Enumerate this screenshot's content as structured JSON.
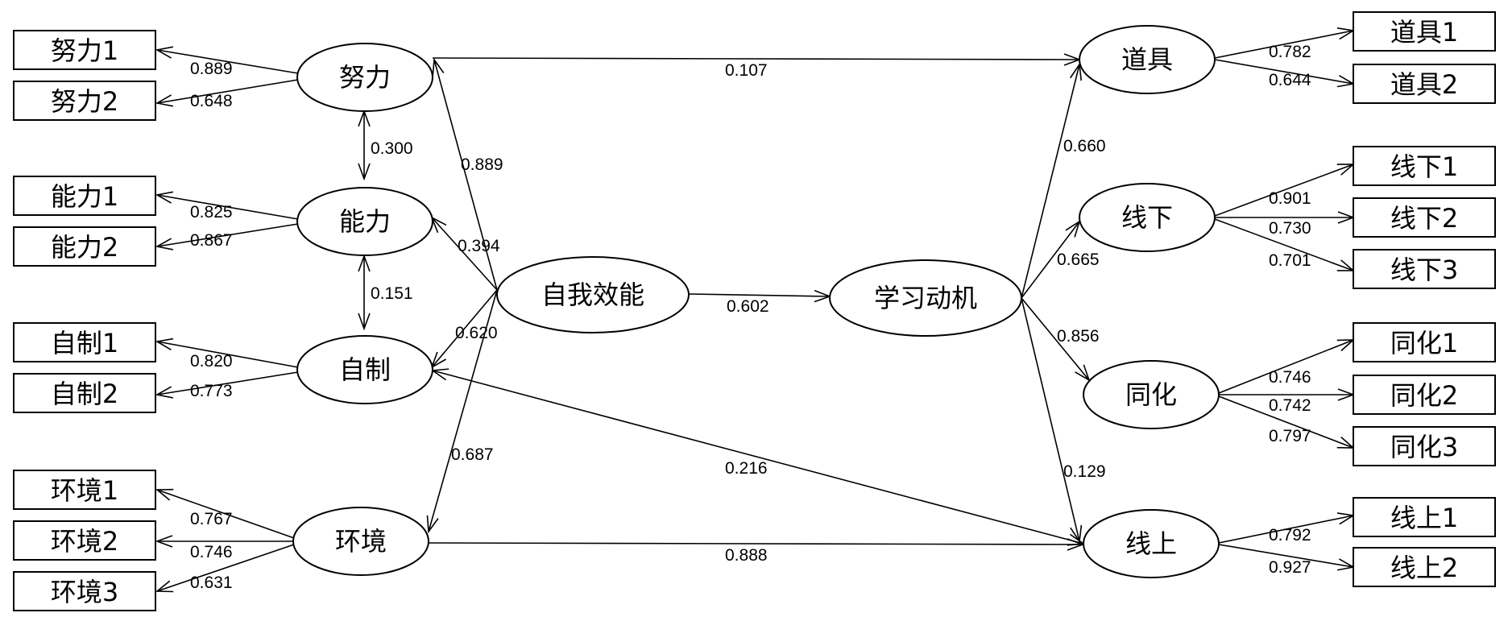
{
  "nodes": [
    {
      "id": "nuli1",
      "label": "努力1"
    },
    {
      "id": "nuli2",
      "label": "努力2"
    },
    {
      "id": "nengli1",
      "label": "能力1"
    },
    {
      "id": "nengli2",
      "label": "能力2"
    },
    {
      "id": "zizhi1",
      "label": "自制1"
    },
    {
      "id": "zizhi2",
      "label": "自制2"
    },
    {
      "id": "huanjing1",
      "label": "环境1"
    },
    {
      "id": "huanjing2",
      "label": "环境2"
    },
    {
      "id": "huanjing3",
      "label": "环境3"
    },
    {
      "id": "nuli",
      "label": "努力"
    },
    {
      "id": "nengli",
      "label": "能力"
    },
    {
      "id": "zizhi",
      "label": "自制"
    },
    {
      "id": "huanjing",
      "label": "环境"
    },
    {
      "id": "ziwo",
      "label": "自我效能"
    },
    {
      "id": "xuexi",
      "label": "学习动机"
    },
    {
      "id": "daoju",
      "label": "道具"
    },
    {
      "id": "xianxia",
      "label": "线下"
    },
    {
      "id": "tonghua",
      "label": "同化"
    },
    {
      "id": "xianshang",
      "label": "线上"
    },
    {
      "id": "daoju1",
      "label": "道具1"
    },
    {
      "id": "daoju2",
      "label": "道具2"
    },
    {
      "id": "xianxia1",
      "label": "线下1"
    },
    {
      "id": "xianxia2",
      "label": "线下2"
    },
    {
      "id": "xianxia3",
      "label": "线下3"
    },
    {
      "id": "tonghua1",
      "label": "同化1"
    },
    {
      "id": "tonghua2",
      "label": "同化2"
    },
    {
      "id": "tonghua3",
      "label": "同化3"
    },
    {
      "id": "xianshang1",
      "label": "线上1"
    },
    {
      "id": "xianshang2",
      "label": "线上2"
    }
  ],
  "edges": [
    {
      "id": "e-nuli-nuli1",
      "from": "nuli",
      "to": "nuli1",
      "label": "0.889"
    },
    {
      "id": "e-nuli-nuli2",
      "from": "nuli",
      "to": "nuli2",
      "label": "0.648"
    },
    {
      "id": "e-nengli-nengli1",
      "from": "nengli",
      "to": "nengli1",
      "label": "0.825"
    },
    {
      "id": "e-nengli-nengli2",
      "from": "nengli",
      "to": "nengli2",
      "label": "0.867"
    },
    {
      "id": "e-zizhi-zizhi1",
      "from": "zizhi",
      "to": "zizhi1",
      "label": "0.820"
    },
    {
      "id": "e-zizhi-zizhi2",
      "from": "zizhi",
      "to": "zizhi2",
      "label": "0.773"
    },
    {
      "id": "e-huanjing-h1",
      "from": "huanjing",
      "to": "huanjing1",
      "label": "0.767"
    },
    {
      "id": "e-huanjing-h2",
      "from": "huanjing",
      "to": "huanjing2",
      "label": "0.746"
    },
    {
      "id": "e-huanjing-h3",
      "from": "huanjing",
      "to": "huanjing3",
      "label": "0.631"
    },
    {
      "id": "e-nuli-nengli",
      "from": "nuli",
      "to": "nengli",
      "label": "0.300",
      "bidirectional": true
    },
    {
      "id": "e-nengli-zizhi",
      "from": "nengli",
      "to": "zizhi",
      "label": "0.151",
      "bidirectional": true
    },
    {
      "id": "e-ziwo-nuli",
      "from": "ziwo",
      "to": "nuli",
      "label": "0.889"
    },
    {
      "id": "e-ziwo-nengli",
      "from": "ziwo",
      "to": "nengli",
      "label": "0.394"
    },
    {
      "id": "e-ziwo-zizhi",
      "from": "ziwo",
      "to": "zizhi",
      "label": "0.620"
    },
    {
      "id": "e-ziwo-huanjing",
      "from": "ziwo",
      "to": "huanjing",
      "label": "0.687"
    },
    {
      "id": "e-ziwo-xuexi",
      "from": "ziwo",
      "to": "xuexi",
      "label": "0.602"
    },
    {
      "id": "e-nuli-daoju",
      "from": "nuli",
      "to": "daoju",
      "label": "0.107"
    },
    {
      "id": "e-zizhi-xianshang",
      "from": "zizhi",
      "to": "xianshang",
      "label": "0.216",
      "bidirectional": true
    },
    {
      "id": "e-huanjing-xianshang",
      "from": "huanjing",
      "to": "xianshang",
      "label": "0.888"
    },
    {
      "id": "e-xuexi-daoju",
      "from": "xuexi",
      "to": "daoju",
      "label": "0.660"
    },
    {
      "id": "e-xuexi-xianxia",
      "from": "xuexi",
      "to": "xianxia",
      "label": "0.665"
    },
    {
      "id": "e-xuexi-tonghua",
      "from": "xuexi",
      "to": "tonghua",
      "label": "0.856"
    },
    {
      "id": "e-xuexi-xianshang",
      "from": "xuexi",
      "to": "xianshang",
      "label": "0.129"
    },
    {
      "id": "e-daoju-d1",
      "from": "daoju",
      "to": "daoju1",
      "label": "0.782"
    },
    {
      "id": "e-daoju-d2",
      "from": "daoju",
      "to": "daoju2",
      "label": "0.644"
    },
    {
      "id": "e-xianxia-x1",
      "from": "xianxia",
      "to": "xianxia1",
      "label": "0.901"
    },
    {
      "id": "e-xianxia-x2",
      "from": "xianxia",
      "to": "xianxia2",
      "label": "0.730"
    },
    {
      "id": "e-xianxia-x3",
      "from": "xianxia",
      "to": "xianxia3",
      "label": "0.701"
    },
    {
      "id": "e-tonghua-t1",
      "from": "tonghua",
      "to": "tonghua1",
      "label": "0.746"
    },
    {
      "id": "e-tonghua-t2",
      "from": "tonghua",
      "to": "tonghua2",
      "label": "0.742"
    },
    {
      "id": "e-tonghua-t3",
      "from": "tonghua",
      "to": "tonghua3",
      "label": "0.797"
    },
    {
      "id": "e-xianshang-s1",
      "from": "xianshang",
      "to": "xianshang1",
      "label": "0.792"
    },
    {
      "id": "e-xianshang-s2",
      "from": "xianshang",
      "to": "xianshang2",
      "label": "0.927"
    }
  ]
}
